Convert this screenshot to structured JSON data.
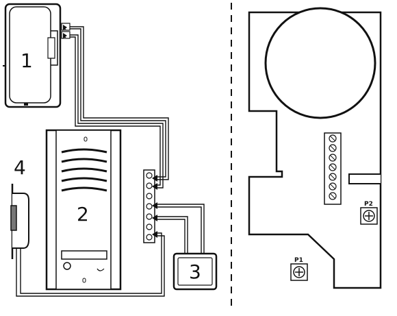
{
  "labels": {
    "handset": "1",
    "panel": "2",
    "button": "3",
    "lock": "4",
    "p1": "P1",
    "p2": "P2"
  },
  "colors": {
    "line": "#111111",
    "panel_fill": "#ffffff",
    "button_fill": "#f0f0f0"
  }
}
